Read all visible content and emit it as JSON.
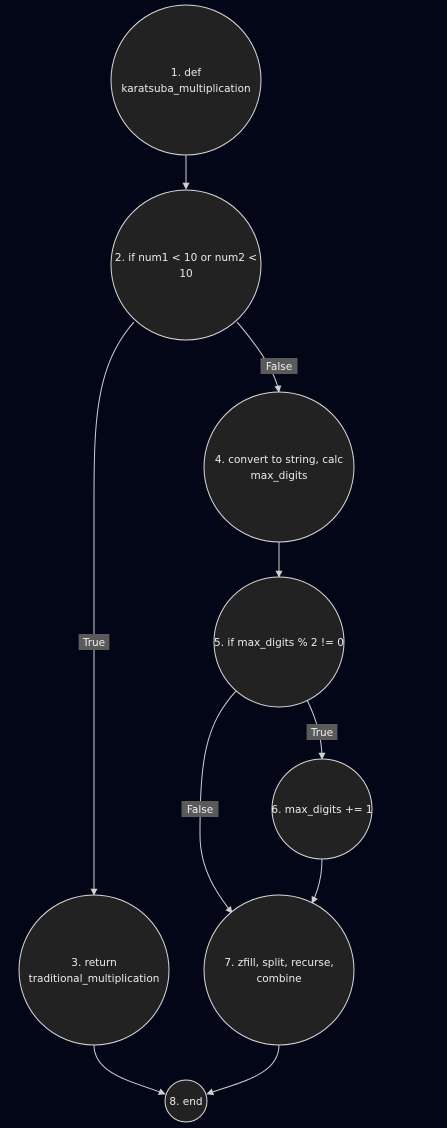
{
  "colors": {
    "background": "#020617",
    "node_fill": "#222222",
    "node_stroke": "#d9d9d9",
    "edge": "#cfcfcf",
    "label_bg": "#5a5a5a",
    "text": "#e8e8e8"
  },
  "nodes": [
    {
      "id": "n1",
      "lines": [
        "1. def",
        "karatsuba_multiplication"
      ]
    },
    {
      "id": "n2",
      "lines": [
        "2. if num1 < 10 or num2 <",
        "10"
      ]
    },
    {
      "id": "n3",
      "lines": [
        "3. return",
        "traditional_multiplication"
      ]
    },
    {
      "id": "n4",
      "lines": [
        "4. convert to string, calc",
        "max_digits"
      ]
    },
    {
      "id": "n5",
      "lines": [
        "5. if max_digits % 2 != 0"
      ]
    },
    {
      "id": "n6",
      "lines": [
        "6. max_digits += 1"
      ]
    },
    {
      "id": "n7",
      "lines": [
        "7. zfill, split, recurse,",
        "combine"
      ]
    },
    {
      "id": "n8",
      "lines": [
        "8. end"
      ]
    }
  ],
  "edges": [
    {
      "from": "n1",
      "to": "n2",
      "label": ""
    },
    {
      "from": "n2",
      "to": "n3",
      "label": "True"
    },
    {
      "from": "n2",
      "to": "n4",
      "label": "False"
    },
    {
      "from": "n4",
      "to": "n5",
      "label": ""
    },
    {
      "from": "n5",
      "to": "n6",
      "label": "True"
    },
    {
      "from": "n5",
      "to": "n7",
      "label": "False"
    },
    {
      "from": "n6",
      "to": "n7",
      "label": ""
    },
    {
      "from": "n3",
      "to": "n8",
      "label": ""
    },
    {
      "from": "n7",
      "to": "n8",
      "label": ""
    }
  ]
}
